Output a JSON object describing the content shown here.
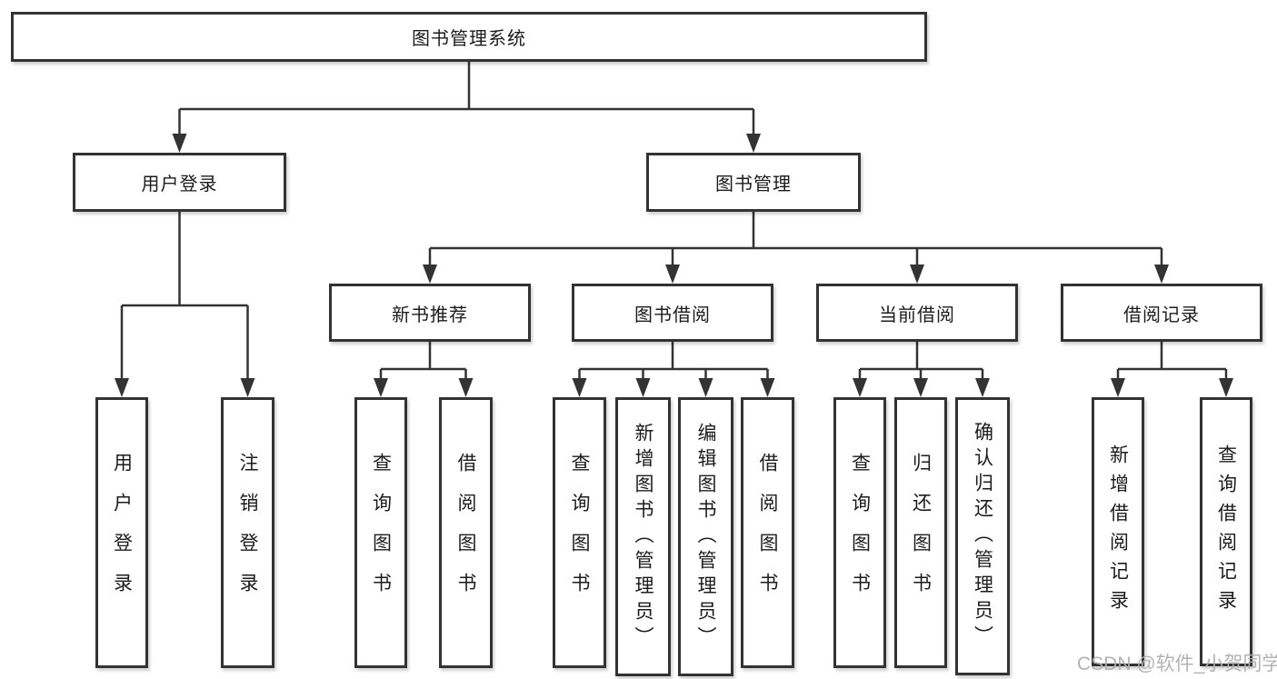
{
  "tree": {
    "label": "图书管理系统",
    "children": [
      {
        "label": "用户登录",
        "children": [
          {
            "label": "用户登录"
          },
          {
            "label": "注销登录"
          }
        ]
      },
      {
        "label": "图书管理",
        "children": [
          {
            "label": "新书推荐",
            "children": [
              {
                "label": "查询图书"
              },
              {
                "label": "借阅图书"
              }
            ]
          },
          {
            "label": "图书借阅",
            "children": [
              {
                "label": "查询图书"
              },
              {
                "label": "新增图书（管理员）"
              },
              {
                "label": "编辑图书（管理员）"
              },
              {
                "label": "借阅图书"
              }
            ]
          },
          {
            "label": "当前借阅",
            "children": [
              {
                "label": "查询图书"
              },
              {
                "label": "归还图书"
              },
              {
                "label": "确认归还（管理员）"
              }
            ]
          },
          {
            "label": "借阅记录",
            "children": [
              {
                "label": "新增借阅记录"
              },
              {
                "label": "查询借阅记录"
              }
            ]
          }
        ]
      }
    ]
  },
  "watermark": {
    "text": "CSDN @软件_小贺同学"
  },
  "colors": {
    "line": "#333333",
    "text": "#1c1c1c",
    "watermark": "#afafaf",
    "background": "#ffffff"
  }
}
